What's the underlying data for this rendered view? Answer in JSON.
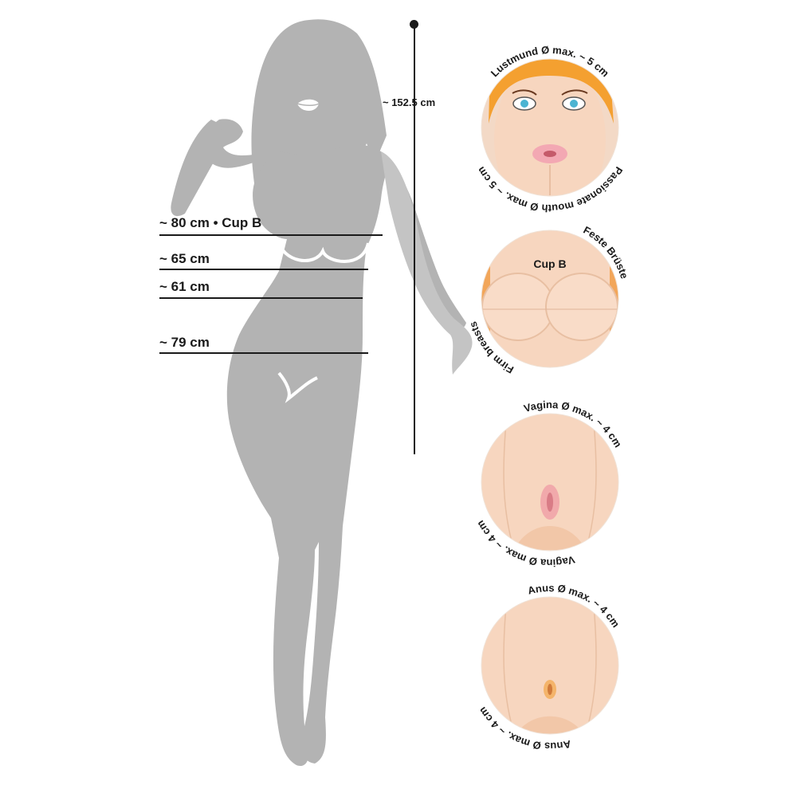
{
  "figure": {
    "height_label": "~ 152.5 cm",
    "measurements": [
      {
        "id": "bust",
        "label": "~ 80 cm • Cup B"
      },
      {
        "id": "underbust",
        "label": "~ 65 cm"
      },
      {
        "id": "waist",
        "label": "~ 61 cm"
      },
      {
        "id": "hips",
        "label": "~ 79 cm"
      }
    ]
  },
  "detail_circles": [
    {
      "id": "mouth",
      "top_text": "Lustmund Ø max. ~ 5 cm",
      "bottom_text": "Passionate mouth Ø max. ~ 5 cm"
    },
    {
      "id": "breasts",
      "top_text": "Feste Brüste",
      "bottom_text": "Firm breasts",
      "inner_label": "Cup B"
    },
    {
      "id": "vagina",
      "top_text": "Vagina Ø max. ~ 4 cm",
      "bottom_text": "Vagina Ø max. ~ 4 cm"
    },
    {
      "id": "anus",
      "top_text": "Anus Ø max. ~ 4 cm",
      "bottom_text": "Anus Ø max. ~ 4 cm"
    }
  ],
  "colors": {
    "silhouette": "#b3b3b3",
    "skin": "#f7d6bf",
    "skin_shadow": "#eab89a",
    "hair": "#f4a030",
    "text": "#1a1a1a"
  }
}
